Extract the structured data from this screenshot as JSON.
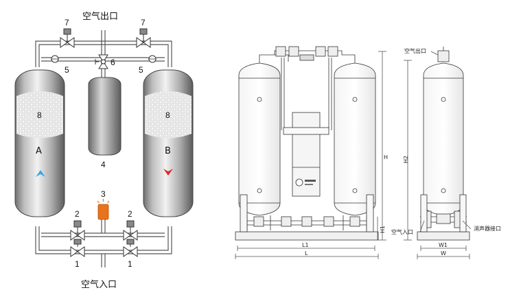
{
  "schematic": {
    "air_outlet": "空气出口",
    "air_inlet": "空气入口",
    "tower_a": "A",
    "tower_b": "B",
    "desiccant_left": "8",
    "desiccant_right": "8",
    "buffer_vessel": "4",
    "indicator": "3",
    "outlet_valve_left": "7",
    "outlet_valve_right": "7",
    "check_valve_left": "5",
    "check_valve_right": "5",
    "center_valve": "6",
    "exhaust_valve_left": "2",
    "exhaust_valve_right": "2",
    "inlet_valve_left": "1",
    "inlet_valve_right": "1",
    "flow_up_color": "#3aa6e0",
    "flow_down_color": "#d92b2b",
    "indicator_color": "#e8731c"
  },
  "front_view": {
    "dim_H": "H",
    "dim_H1": "H1",
    "dim_L1": "L1",
    "dim_L": "L"
  },
  "side_view": {
    "air_outlet": "空气出口",
    "air_inlet": "空气入口",
    "muffler_port": "消声器接口",
    "dim_H2": "H2",
    "dim_W1": "W1",
    "dim_W": "W"
  }
}
